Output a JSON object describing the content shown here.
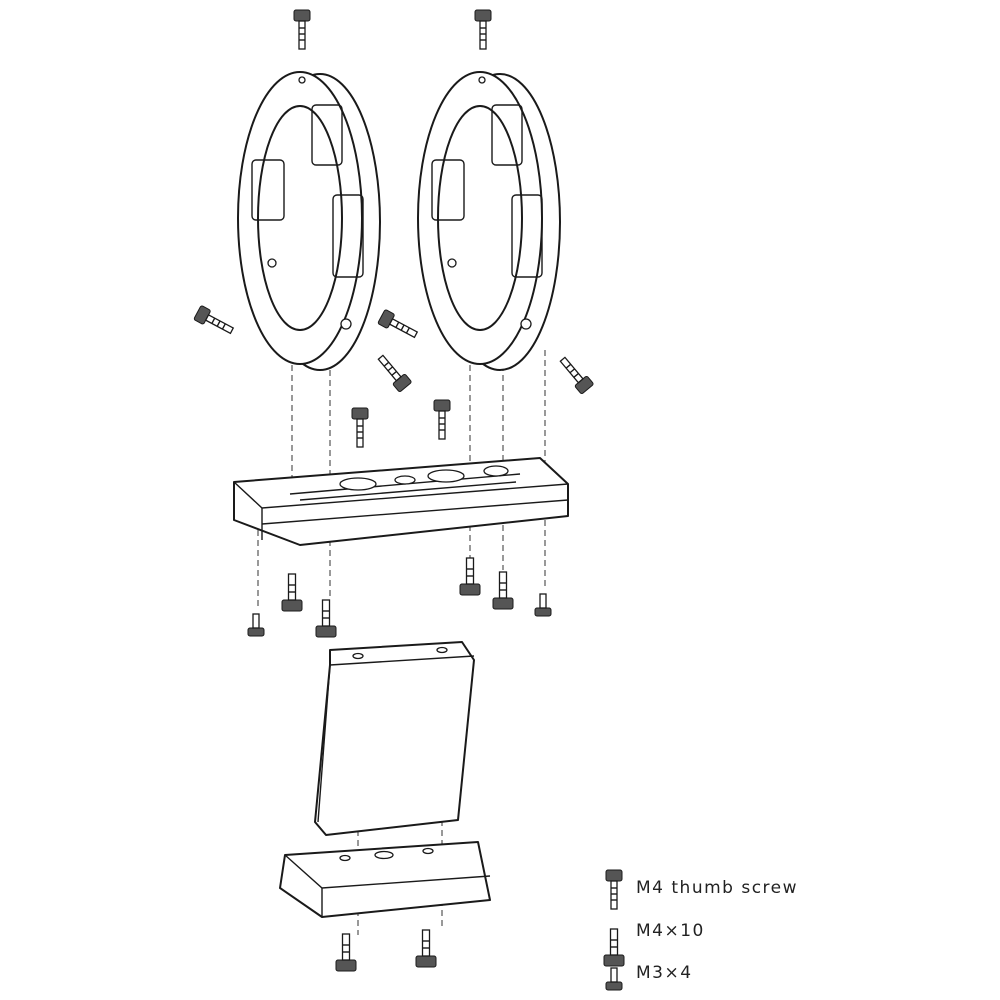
{
  "legend": {
    "items": [
      {
        "id": "m4-thumb",
        "label": "M4 thumb screw",
        "icon": "thumb-screw-icon"
      },
      {
        "id": "m4x10",
        "label": "M4×10",
        "icon": "socket-screw-icon"
      },
      {
        "id": "m3x4",
        "label": "M3×4",
        "icon": "small-screw-icon"
      }
    ]
  },
  "colors": {
    "line": "#1a1a1a",
    "background": "#ffffff"
  }
}
